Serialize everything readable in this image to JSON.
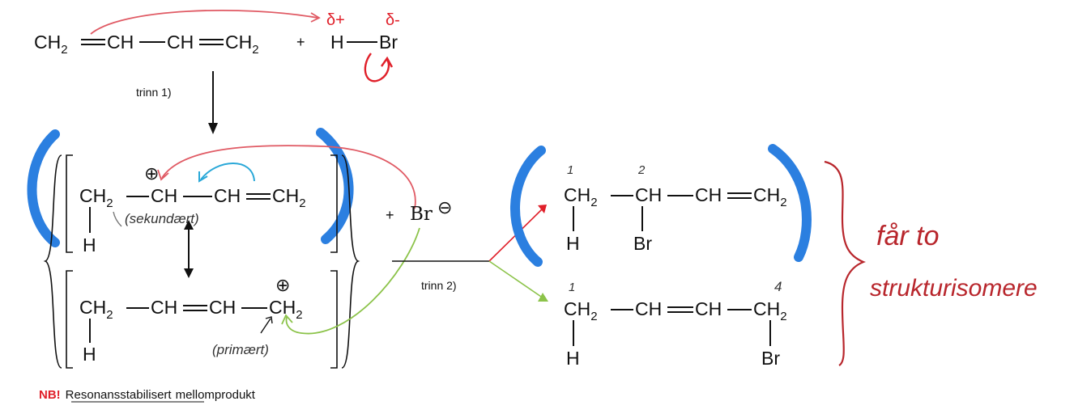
{
  "reactant": {
    "atom_ch2": "CH",
    "sub2": "2",
    "atom_ch": "CH",
    "plus": "+",
    "h": "H",
    "br": "Br",
    "delta_plus": "δ+",
    "delta_minus": "δ-"
  },
  "step1_label": "trinn 1)",
  "step2_label": "trinn 2)",
  "intermediate": {
    "h": "H",
    "charge": "⊕",
    "note_secondary": "(sekundært)",
    "note_primary": "(primært)",
    "plus": "+",
    "bromide": "Br",
    "bromide_charge": "⊖"
  },
  "products": {
    "br": "Br",
    "h": "H",
    "num1": "1",
    "num2": "2",
    "num4": "4"
  },
  "annotation": {
    "line1": "får to",
    "line2": "strukturisomere"
  },
  "footer": {
    "nb": "NB!",
    "underlined": "Resonansstabilisert",
    "rest": "mellomprodukt"
  },
  "colors": {
    "red_ink": "#e0202a",
    "blue_ink": "#2b7fe0",
    "green_ink": "#8cc34a",
    "darkred_ink": "#b8262c"
  }
}
